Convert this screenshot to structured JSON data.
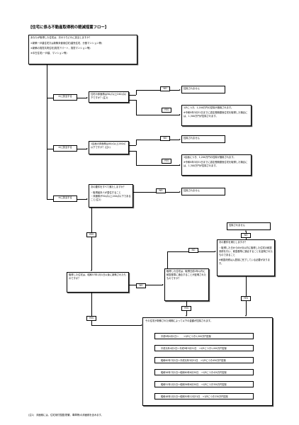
{
  "title": "【住宅に係る不動産取得税の軽減措置フロー】",
  "intro": {
    "question": "あなたが取得した住宅は、次のうちどれに該当しますか？",
    "opt1": "①新築一戸建住宅又は新築未使用住宅(建売住宅、分譲マンション等)",
    "opt2": "②新築の賃貸共同住宅(賃貸アパート、賃貸マンション等)",
    "opt3": "③中古住宅(一戸建、マンション等)"
  },
  "branch1": {
    "label": "①に該当する",
    "question": "住宅の床面積は50㎡以上240㎡以下ですか？(注1)",
    "no_label": "NO",
    "no_result": "控除されません",
    "yes_label": "YES",
    "yes_result_1": "1戸につき、1,200万円の控除が適用されます。",
    "yes_result_2": "※令和8年3月31日までに認定長期優良住宅を取得した場合には、1,300万円が控除されます。"
  },
  "branch2": {
    "label": "②に該当する",
    "question": "1区画の床面積は40㎡以上240㎡以下ですか？(注1)",
    "no_label": "NO",
    "no_result": "控除されません",
    "yes_label": "YES",
    "yes_result_1": "1区画につき、1,200万円の控除が適用されます。",
    "yes_result_2": "※令和8年3月31日までに認定長期優良住宅を取得した場合には、1,300万円が控除されます。"
  },
  "branch3": {
    "label": "③に該当する",
    "question": "次の要件をすべて満たしますか？",
    "req1": "・取得者本人が居住すること",
    "req2": "・床面積が50㎡以上240㎡以下であること(注1)",
    "no_label": "NO",
    "no_result": "控除されません",
    "yes_label": "YES"
  },
  "age_check": {
    "question": "取得した住宅は、昭和57年1月1日以後に新築されたものですか？",
    "no_label": "NO",
    "yes_label": "YES"
  },
  "quake_check": {
    "question": "取得した住宅は、取得日前2年以内に耐震基準に適合することが証明されたものですか？",
    "no_label": "NO",
    "yes_label": "YES"
  },
  "extra_req": {
    "question": "次の要件を満たしますか？",
    "body": "・取得した日から6か月以内に取得した住宅の耐震改修を行い、耐震基準に適合することを証明されたものであること",
    "note": "※耐震改修は入居前に完了している必要があります。",
    "no_label": "NO",
    "no_result": "控除されません",
    "yes_label": "YES"
  },
  "deduction_table": {
    "header": "その住宅が新築された時期によって以下の金額が控除されます。",
    "rows": [
      "平成9年4月1日〜　　→1戸につき1,200万円控除",
      "平成元年4月1日〜平成9年3月31日　→1戸につき1,000万円控除",
      "昭和60年7月1日〜平成元年3月31日　→1戸につき450万円控除",
      "昭和56年7月1日〜昭和60年6月30日　→1戸につき420万円控除",
      "昭和51年1月1日〜昭和56年6月30日　→1戸につき350万円控除",
      "昭和48年1月1日〜昭和50年12月31日　→1戸につき230万円控除"
    ]
  },
  "footnote": "(注1)　床面積には、住宅用付属屋(物置、車庫等)の床面積を含みます。"
}
